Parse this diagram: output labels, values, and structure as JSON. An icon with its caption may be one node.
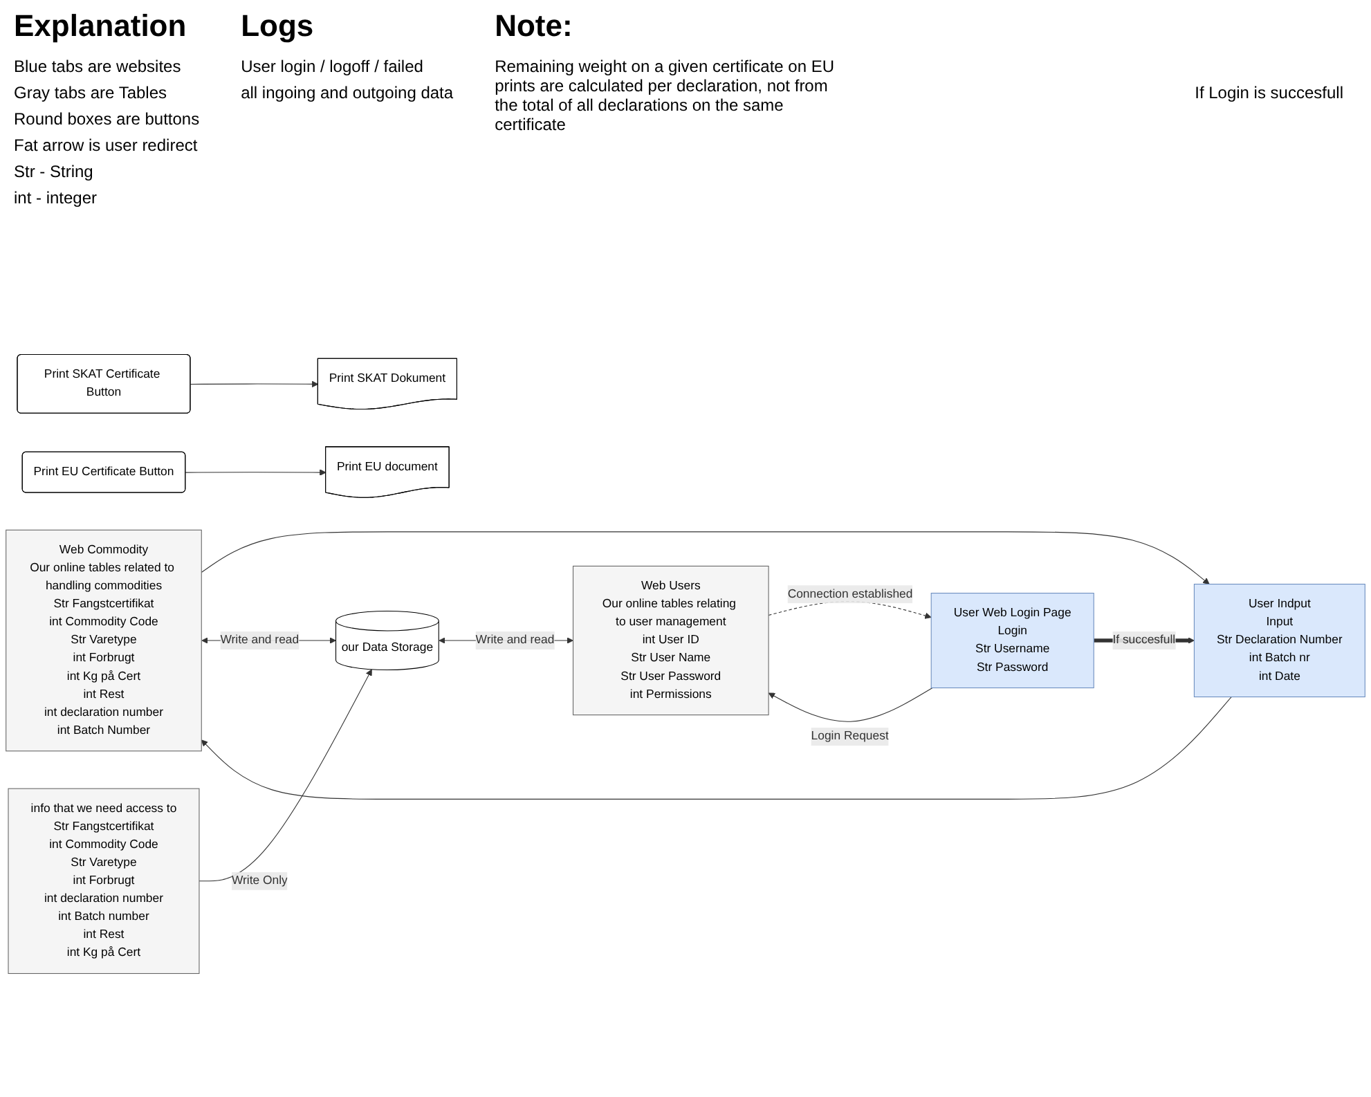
{
  "diagram": {
    "nodes": [
      {
        "text": [
          "Web Commodity",
          "Our online tables related to handling commodities",
          "Str",
          "Fangstcertifikat",
          "int",
          "Commodity Code",
          "Str",
          "Varetype",
          "int",
          "Forbrugt",
          "int",
          "Kg på Cert",
          "int",
          "Rest",
          "int",
          "declaration number",
          "int",
          "Batch Number"
        ]
      },
      {
        "text": [
          "info that we need access to",
          "Str",
          "Fangstcertifikat",
          "int",
          "Commodity Code",
          "Str",
          "Varetype",
          "int",
          "Forbrugt",
          "int",
          "declaration number",
          "int",
          "Batch number",
          "int",
          "Rest",
          "int",
          "Kg på Cert"
        ]
      },
      {
        "text": [
          "our Data Storage"
        ]
      },
      {
        "text": [
          "User Web Login Page",
          "Login",
          "Str",
          "Username",
          "Str",
          "Password"
        ]
      },
      {
        "text": [
          "User Indput",
          "Input",
          "Str",
          "Declaration Number",
          "int",
          "Batch nr",
          "int",
          "Date"
        ]
      },
      {
        "text": [
          "Print SKAT Certificate Button"
        ]
      },
      {
        "text": [
          "Print EU Certificate Button"
        ]
      },
      {
        "text": [
          "Web Users",
          "Our online tables relating to user management",
          "int",
          "User ID",
          "Str",
          "User Name",
          "Str",
          "User Password",
          "int",
          "Permissions"
        ]
      },
      {
        "text": [
          "Print SKAT Dokument"
        ]
      },
      {
        "text": [
          "Print EU document"
        ]
      }
    ],
    "edges": [
      {
        "from": 0,
        "to": 4,
        "arrow": "to"
      },
      {
        "from": 4,
        "to": 0,
        "arrow": "to"
      },
      {
        "from": 0,
        "to": 2,
        "arrow": "both",
        "label": "Write and read"
      },
      {
        "from": 1,
        "to": 2,
        "arrow": "to",
        "label": "Write Only"
      },
      {
        "from": 2,
        "to": 7,
        "arrow": "both",
        "label": "Write and read"
      },
      {
        "from": 3,
        "to": 7,
        "arrow": "to",
        "label": "Login Request"
      },
      {
        "from": 3,
        "to": 4,
        "arrow": "to",
        "label": "If succesfull",
        "style": "thick"
      },
      {
        "from": 7,
        "to": 3,
        "arrow": "to",
        "label": "Connection established",
        "style": "dashed"
      },
      {
        "from": 5,
        "to": 8,
        "arrow": "to"
      },
      {
        "from": 6,
        "to": 9,
        "arrow": "to"
      }
    ],
    "labels": [
      "Explanation",
      "Blue tabs are websites",
      "Gray tabs are Tables",
      "Round boxes are buttons",
      "Fat arrow is user redirect",
      "Str - String",
      "int - integer",
      "Logs",
      "User login / logoff / failed",
      "all ingoing and outgoing data",
      "Note:",
      "Remaining weight on a given certificate on EU prints are calculated per declaration, not from the total of all declarations on the same certificate",
      "If Login is succesfull"
    ]
  }
}
